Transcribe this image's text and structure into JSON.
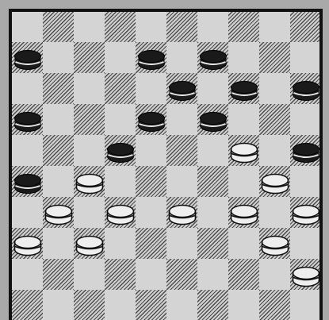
{
  "board": {
    "size": 10,
    "colors": {
      "light_square": "#d4d4d4",
      "dark_square_hatch": "#4a4a4a",
      "frame": "#a9a9a9",
      "border": "#111111",
      "black_piece": "#1a1a1a",
      "white_piece": "#eeeeee"
    },
    "pieces": [
      {
        "color": "black",
        "row": 1,
        "col": 0
      },
      {
        "color": "black",
        "row": 1,
        "col": 4
      },
      {
        "color": "black",
        "row": 1,
        "col": 6
      },
      {
        "color": "black",
        "row": 2,
        "col": 5
      },
      {
        "color": "black",
        "row": 2,
        "col": 7
      },
      {
        "color": "black",
        "row": 2,
        "col": 9
      },
      {
        "color": "black",
        "row": 3,
        "col": 0
      },
      {
        "color": "black",
        "row": 3,
        "col": 4
      },
      {
        "color": "black",
        "row": 3,
        "col": 6
      },
      {
        "color": "black",
        "row": 4,
        "col": 3
      },
      {
        "color": "white",
        "row": 4,
        "col": 7
      },
      {
        "color": "black",
        "row": 4,
        "col": 9
      },
      {
        "color": "black",
        "row": 5,
        "col": 0
      },
      {
        "color": "white",
        "row": 5,
        "col": 2
      },
      {
        "color": "white",
        "row": 5,
        "col": 8
      },
      {
        "color": "white",
        "row": 6,
        "col": 1
      },
      {
        "color": "white",
        "row": 6,
        "col": 3
      },
      {
        "color": "white",
        "row": 6,
        "col": 5
      },
      {
        "color": "white",
        "row": 6,
        "col": 7
      },
      {
        "color": "white",
        "row": 6,
        "col": 9
      },
      {
        "color": "white",
        "row": 7,
        "col": 0
      },
      {
        "color": "white",
        "row": 7,
        "col": 2
      },
      {
        "color": "white",
        "row": 7,
        "col": 8
      },
      {
        "color": "white",
        "row": 8,
        "col": 9
      }
    ]
  }
}
